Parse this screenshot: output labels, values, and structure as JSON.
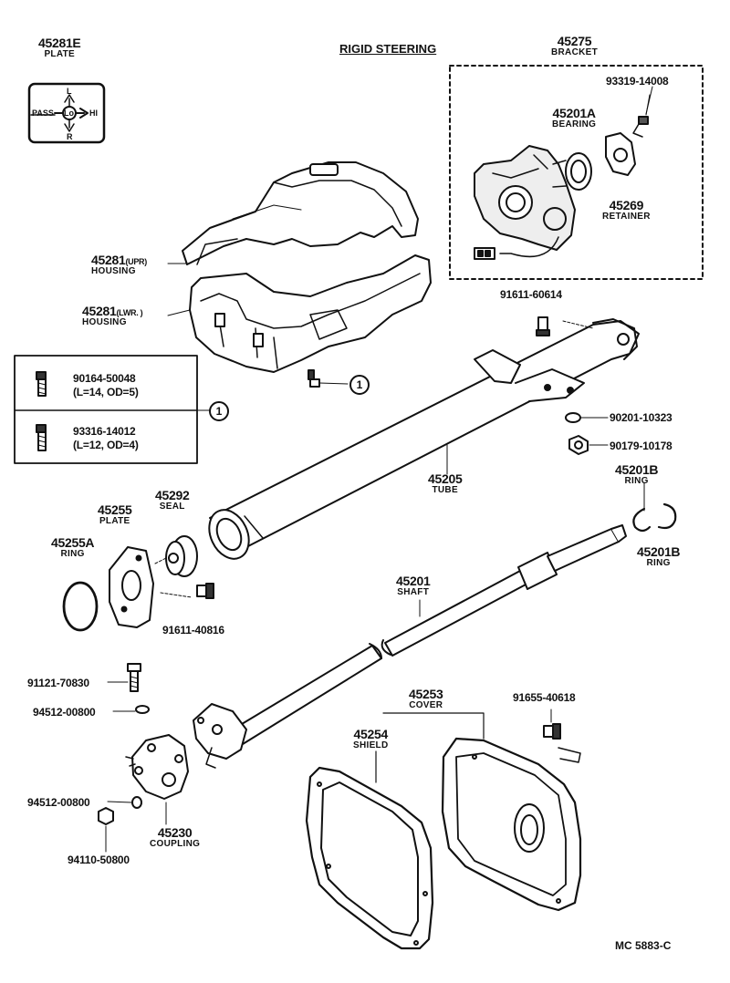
{
  "title": "RIGID STEERING",
  "diagram_code": "MC 5883-C",
  "plate_panel": {
    "pass": "PASS",
    "lo": "Lo",
    "hi": "HI",
    "l": "L",
    "r": "R"
  },
  "parts": {
    "p45281E": {
      "num": "45281E",
      "name": "PLATE"
    },
    "p45275": {
      "num": "45275",
      "name": "BRACKET"
    },
    "p93319": {
      "num": "93319-14008"
    },
    "p45201A": {
      "num": "45201A",
      "name": "BEARING"
    },
    "p45269": {
      "num": "45269",
      "name": "RETAINER"
    },
    "p45281U": {
      "num": "45281",
      "suffix": "(UPR)",
      "name": "HOUSING"
    },
    "p45281L": {
      "num": "45281",
      "suffix": "(LWR. )",
      "name": "HOUSING"
    },
    "p91611a": {
      "num": "91611-60614"
    },
    "p90164": {
      "num": "90164-50048",
      "note": "(L=14, OD=5)"
    },
    "p93316": {
      "num": "93316-14012",
      "note": "(L=12, OD=4)"
    },
    "p90201": {
      "num": "90201-10323"
    },
    "p90179": {
      "num": "90179-10178"
    },
    "p45205": {
      "num": "45205",
      "name": "TUBE"
    },
    "p45201B1": {
      "num": "45201B",
      "name": "RING"
    },
    "p45201B2": {
      "num": "45201B",
      "name": "RING"
    },
    "p45292": {
      "num": "45292",
      "name": "SEAL"
    },
    "p45255": {
      "num": "45255",
      "name": "PLATE"
    },
    "p45255A": {
      "num": "45255A",
      "name": "RING"
    },
    "p91611b": {
      "num": "91611-40816"
    },
    "p45201": {
      "num": "45201",
      "name": "SHAFT"
    },
    "p91121": {
      "num": "91121-70830"
    },
    "p94512a": {
      "num": "94512-00800"
    },
    "p94512b": {
      "num": "94512-00800"
    },
    "p94110": {
      "num": "94110-50800"
    },
    "p45230": {
      "num": "45230",
      "name": "COUPLING"
    },
    "p45253": {
      "num": "45253",
      "name": "COVER"
    },
    "p45254": {
      "num": "45254",
      "name": "SHIELD"
    },
    "p91655": {
      "num": "91655-40618"
    }
  },
  "callout_ref": "1"
}
